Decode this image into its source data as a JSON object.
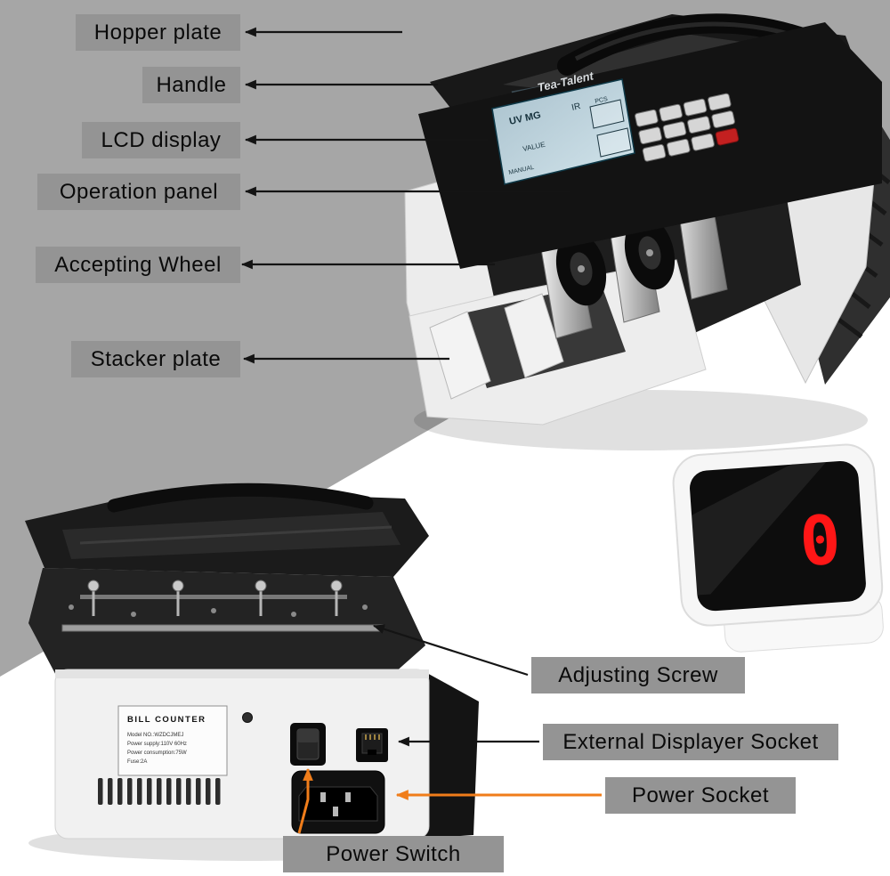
{
  "figure": {
    "kind": "bill-counter-parts-annotation",
    "background_gray": "#a6a6a6",
    "background_white": "#ffffff",
    "label_box_color": "#949494",
    "arrow_color_black": "#141414",
    "arrow_color_orange": "#f07d1a"
  },
  "callouts": {
    "hopper_plate": "Hopper plate",
    "handle": "Handle",
    "lcd_display": "LCD display",
    "operation_panel": "Operation panel",
    "accepting_wheel": "Accepting Wheel",
    "stacker_plate": "Stacker plate",
    "adjusting_screw": "Adjusting Screw",
    "external_displayer_socket": "External Displayer Socket",
    "power_socket": "Power Socket",
    "power_switch": "Power Switch"
  },
  "front_machine": {
    "brand": "Tea-Talent",
    "lcd": {
      "mode_line": "UV MG",
      "ir": "IR",
      "pcs": "PCS",
      "value_label": "VALUE",
      "manual_label": "MANUAL"
    }
  },
  "back_machine": {
    "plate_title": "BILL COUNTER",
    "plate_lines": [
      "Model  NO.:WZDCJMEJ",
      "Power  supply:110V  60Hz",
      "Power  consumption:75W",
      "Fuse:2A"
    ]
  },
  "external_display": {
    "reading": "0"
  }
}
